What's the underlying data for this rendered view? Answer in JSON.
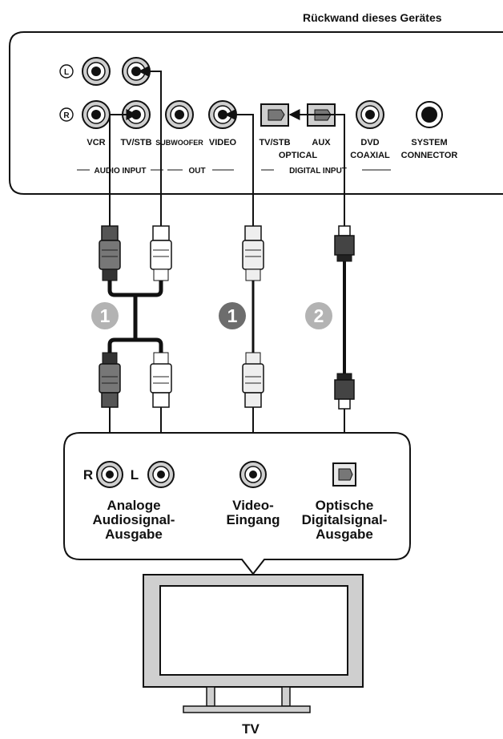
{
  "header": {
    "title": "Rückwand dieses Gerätes"
  },
  "panel": {
    "side_left": "L",
    "side_right": "R",
    "jacks": {
      "vcr": "VCR",
      "tv_stb": "TV/STB",
      "subwoofer": "SUBWOOFER",
      "video": "VIDEO",
      "optical_tv_stb": "TV/STB",
      "optical_aux": "AUX",
      "dvd": "DVD",
      "system": "SYSTEM",
      "connector": "CONNECTOR",
      "optical": "OPTICAL",
      "coaxial": "COAXIAL"
    },
    "groups": {
      "audio_input": "AUDIO INPUT",
      "out": "OUT",
      "digital_input": "DIGITAL INPUT"
    }
  },
  "badges": [
    "1",
    "1",
    "2"
  ],
  "tv_panel": {
    "r": "R",
    "l": "L",
    "analog_line1": "Analoge",
    "analog_line2": "Audiosignal-",
    "analog_line3": "Ausgabe",
    "video_line1": "Video-",
    "video_line2": "Eingang",
    "optical_line1": "Optische",
    "optical_line2": "Digitalsignal-",
    "optical_line3": "Ausgabe"
  },
  "tv_label": "TV"
}
